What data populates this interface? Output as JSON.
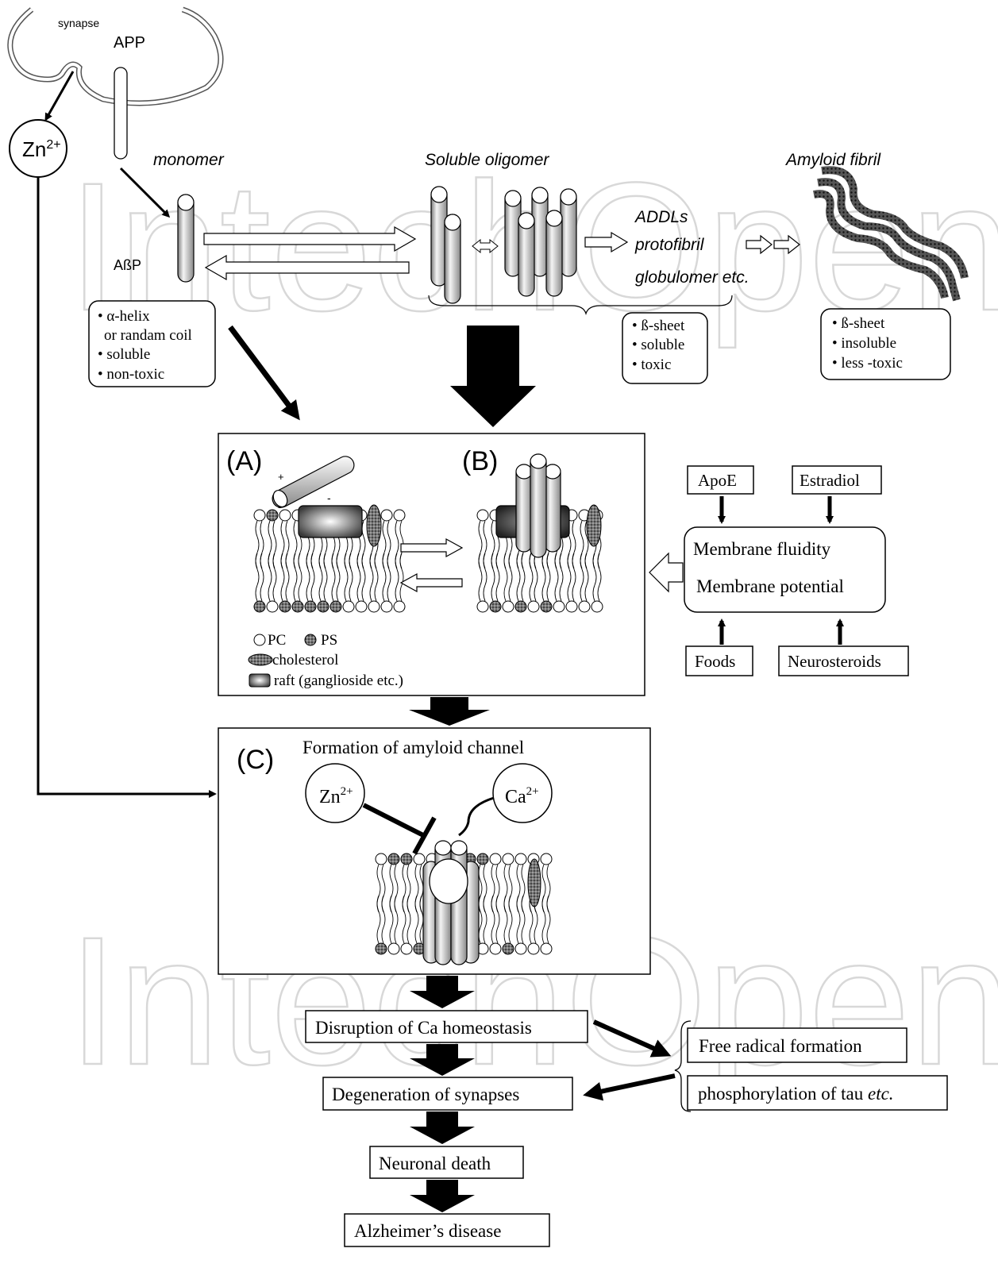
{
  "watermark": "IntechOpen",
  "top": {
    "synapse": "synapse",
    "app": "APP",
    "zn": "Zn",
    "zn_sup": "2+",
    "abp": "AßP",
    "monomer": "monomer",
    "soluble_oligomer": "Soluble oligomer",
    "amyloid_fibril": "Amyloid fibril",
    "oligomer_forms": [
      "ADDLs",
      "protofibril",
      "globulomer etc."
    ],
    "monomer_props": [
      "• α-helix",
      "or randam coil",
      "• soluble",
      "• non-toxic"
    ],
    "oligomer_props": [
      "• ß-sheet",
      "• soluble",
      "• toxic"
    ],
    "fibril_props": [
      "• ß-sheet",
      "• insoluble",
      "• less -toxic"
    ]
  },
  "membrane": {
    "label_a": "(A)",
    "label_b": "(B)",
    "plus": "+",
    "minus": "-",
    "legend_pc": "PC",
    "legend_ps": "PS",
    "legend_cholesterol": "cholesterol",
    "legend_raft": "raft (ganglioside etc.)"
  },
  "factors": {
    "apoe": "ApoE",
    "estradiol": "Estradiol",
    "fluidity": "Membrane fluidity",
    "potential": "Membrane potential",
    "foods": "Foods",
    "neurosteroids": "Neurosteroids"
  },
  "channel": {
    "label_c": "(C)",
    "title": "Formation of amyloid channel",
    "zn": "Zn",
    "zn_sup": "2+",
    "ca": "Ca",
    "ca_sup": "2+"
  },
  "cascade": {
    "ca_homeostasis": "Disruption of Ca homeostasis",
    "degeneration": "Degeneration of synapses",
    "neuronal_death": "Neuronal death",
    "alzheimers": "Alzheimer’s disease",
    "free_radical": "Free radical formation",
    "tau": "phosphorylation of tau ",
    "tau_etc": "etc."
  }
}
